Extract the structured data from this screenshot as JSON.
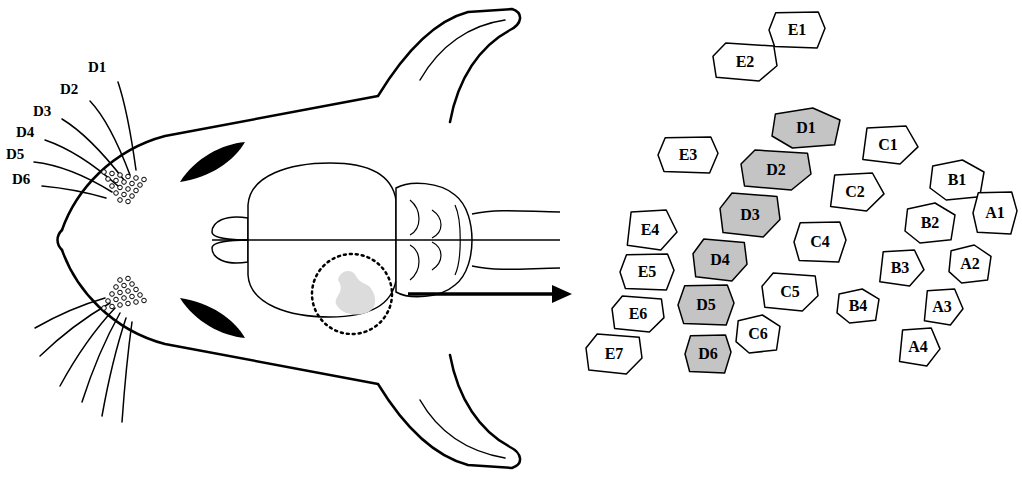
{
  "diagram": {
    "nodes": [
      {
        "text": [
          "E1"
        ]
      },
      {
        "text": [
          "E2"
        ]
      },
      {
        "text": [
          "D1"
        ]
      },
      {
        "text": [
          "C1"
        ]
      },
      {
        "text": [
          "E3"
        ]
      },
      {
        "text": [
          "D2"
        ]
      },
      {
        "text": [
          "B1"
        ]
      },
      {
        "text": [
          "C2"
        ]
      },
      {
        "text": [
          "A1"
        ]
      },
      {
        "text": [
          "D3"
        ]
      },
      {
        "text": [
          "B2"
        ]
      },
      {
        "text": [
          "E4"
        ]
      },
      {
        "text": [
          "C4"
        ]
      },
      {
        "text": [
          "D4"
        ]
      },
      {
        "text": [
          "A2"
        ]
      },
      {
        "text": [
          "B3"
        ]
      },
      {
        "text": [
          "E5"
        ]
      },
      {
        "text": [
          "C5"
        ]
      },
      {
        "text": [
          "B4"
        ]
      },
      {
        "text": [
          "A3"
        ]
      },
      {
        "text": [
          "D5"
        ]
      },
      {
        "text": [
          "E6"
        ]
      },
      {
        "text": [
          "C6"
        ]
      },
      {
        "text": [
          "A4"
        ]
      },
      {
        "text": [
          "D6"
        ]
      },
      {
        "text": [
          "E7"
        ]
      }
    ],
    "labels": [
      "D1",
      "D2",
      "D3",
      "D4",
      "D5",
      "D6"
    ]
  }
}
